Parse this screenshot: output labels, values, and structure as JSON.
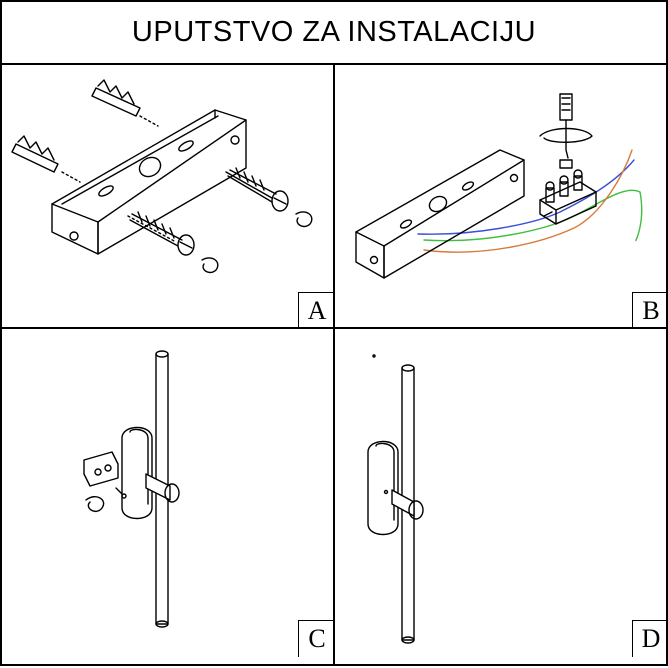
{
  "title": "UPUTSTVO ZA INSTALACIJU",
  "panels": [
    {
      "label": "A"
    },
    {
      "label": "B"
    },
    {
      "label": "C"
    },
    {
      "label": "D"
    }
  ],
  "colors": {
    "line": "#000000",
    "wire_blue": "#3b4fd8",
    "wire_green": "#3fbf3f",
    "wire_orange": "#d77a3a"
  }
}
